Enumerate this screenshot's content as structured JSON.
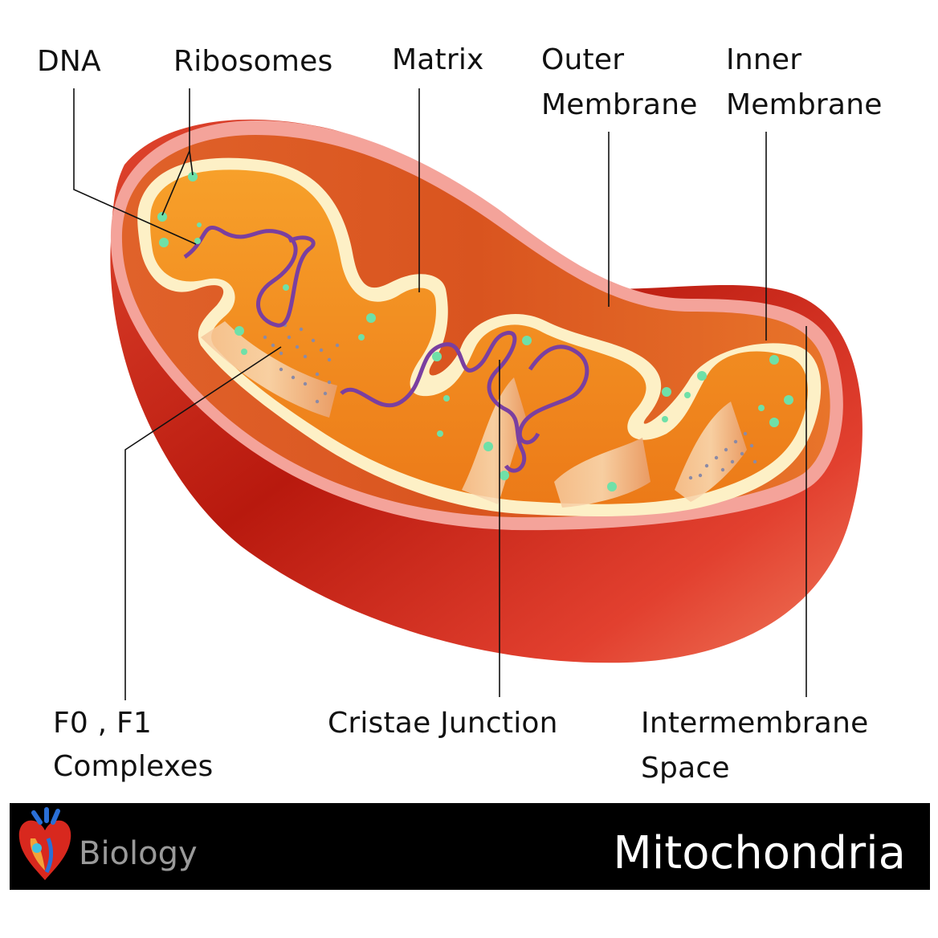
{
  "labels": {
    "dna": "DNA",
    "ribosomes": "Ribosomes",
    "matrix": "Matrix",
    "outer_membrane_1": "Outer",
    "outer_membrane_2": "Membrane",
    "inner_membrane_1": "Inner",
    "inner_membrane_2": "Membrane",
    "f0f1_1": "F0 , F1",
    "f0f1_2": "Complexes",
    "cristae_junction": "Cristae Junction",
    "intermembrane_1": "Intermembrane",
    "intermembrane_2": "Space"
  },
  "footer": {
    "subject": "Biology",
    "title": "Mitochondria"
  },
  "icons": [
    "heart-icon"
  ],
  "colors": {
    "outer_red": "#c0261a",
    "outer_rim": "#f4a39a",
    "matrix_orange": "#f08a1c",
    "inner_cream": "#fdf0c6",
    "dna_purple": "#7a3fa0",
    "ribosome_green": "#6fe0a8"
  }
}
